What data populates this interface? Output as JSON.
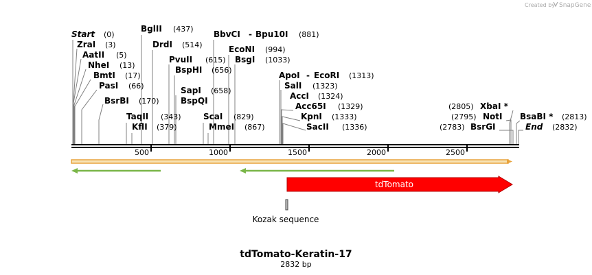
{
  "credit": {
    "prefix": "Created by",
    "brand": "SnapGene"
  },
  "plasmid": {
    "name": "tdTomato-Keratin-17",
    "length_label": "2832 bp",
    "length": 2832
  },
  "axis": {
    "ticks": [
      "500",
      "1000",
      "1500",
      "2000",
      "2500"
    ]
  },
  "sites": [
    {
      "name": "Start",
      "pos": "(0)"
    },
    {
      "name": "ZraI",
      "pos": "(3)"
    },
    {
      "name": "AatII",
      "pos": "(5)"
    },
    {
      "name": "NheI",
      "pos": "(13)"
    },
    {
      "name": "BmtI",
      "pos": "(17)"
    },
    {
      "name": "PasI",
      "pos": "(66)"
    },
    {
      "name": "BsrBI",
      "pos": "(170)"
    },
    {
      "name": "BglII",
      "pos": "(437)"
    },
    {
      "name": "DrdI",
      "pos": "(514)"
    },
    {
      "name": "TaqII",
      "pos": "(343)"
    },
    {
      "name": "KflI",
      "pos": "(379)"
    },
    {
      "name": "PvuII",
      "pos": "(615)"
    },
    {
      "name": "BspHI",
      "pos": "(656)"
    },
    {
      "name": "SapI",
      "pos": "(658)"
    },
    {
      "name": "BspQI",
      "pos": ""
    },
    {
      "name": "BbvCI",
      "pos": ""
    },
    {
      "name": "-",
      "pos": ""
    },
    {
      "name": "Bpu10I",
      "pos": "(881)"
    },
    {
      "name": "EcoNI",
      "pos": "(994)"
    },
    {
      "name": "BsgI",
      "pos": "(1033)"
    },
    {
      "name": "ScaI",
      "pos": "(829)"
    },
    {
      "name": "MmeI",
      "pos": "(867)"
    },
    {
      "name": "ApoI",
      "pos": ""
    },
    {
      "name": "-",
      "pos": ""
    },
    {
      "name": "EcoRI",
      "pos": "(1313)"
    },
    {
      "name": "SalI",
      "pos": "(1323)"
    },
    {
      "name": "AccI",
      "pos": "(1324)"
    },
    {
      "name": "Acc65I",
      "pos": "(1329)"
    },
    {
      "name": "KpnI",
      "pos": "(1333)"
    },
    {
      "name": "SacII",
      "pos": "(1336)"
    },
    {
      "name": "XbaI *",
      "pos": "(2805)"
    },
    {
      "name": "NotI",
      "pos": "(2795)"
    },
    {
      "name": "BsrGI",
      "pos": "(2783)"
    },
    {
      "name": "BsaBI *",
      "pos": "(2813)"
    },
    {
      "name": "End",
      "pos": "(2832)"
    }
  ],
  "features": [
    {
      "label": "tdTomato",
      "color": "#ff0000"
    },
    {
      "label": "Kozak sequence",
      "color": "#c0c0c0"
    }
  ],
  "colors": {
    "orf": "#e8a33d",
    "orf_fill": "#f7e3b5",
    "green": "#7ab648",
    "backbone": "#000000"
  }
}
